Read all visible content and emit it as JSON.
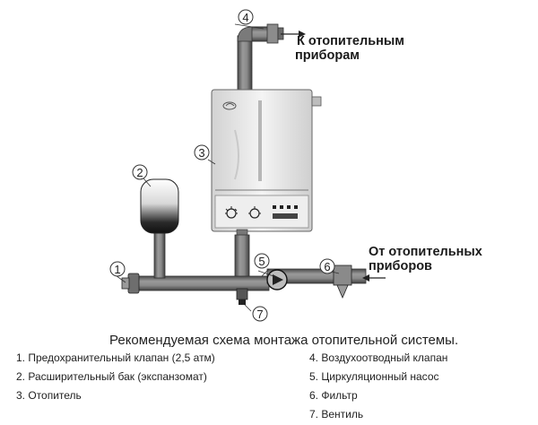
{
  "labels": {
    "to_devices_line1": "К отопительным",
    "to_devices_line2": "приборам",
    "from_devices_line1": "От отопительных",
    "from_devices_line2": "приборов"
  },
  "callouts": [
    "1",
    "2",
    "3",
    "4",
    "5",
    "6",
    "7"
  ],
  "caption": "Рекомендуемая схема монтажа отопительной системы.",
  "legend": {
    "left": [
      "1. Предохранительный клапан (2,5 атм)",
      "2. Расширительный бак (экспанзомат)",
      "3. Отопитель"
    ],
    "right": [
      "4. Воздухоотводный клапан",
      "5. Циркуляционный насос",
      "6. Фильтр",
      "7. Вентиль"
    ]
  }
}
